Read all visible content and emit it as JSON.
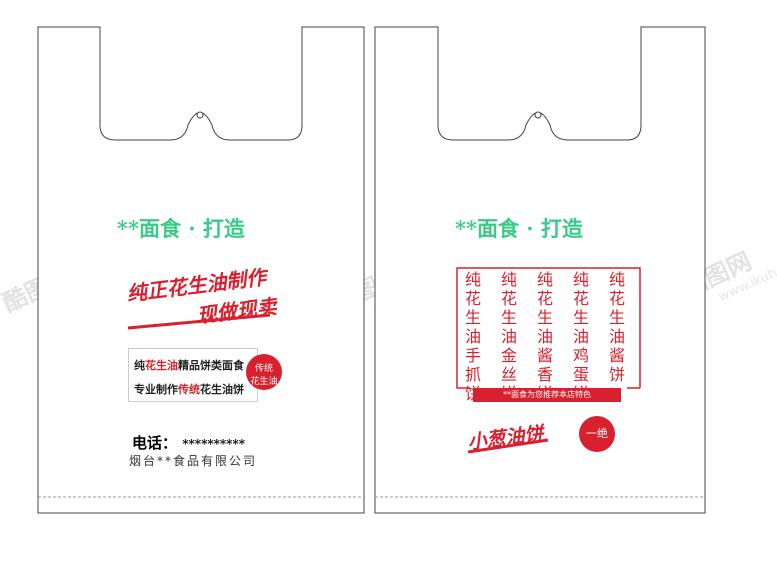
{
  "watermark": {
    "logo": "酷图网",
    "url": "www.ikutu.com"
  },
  "left_bag": {
    "slogan": "**面食 · 打造",
    "headline_line1": "纯正花生油制作",
    "headline_line2": "现做现卖",
    "box_line1_a": "纯",
    "box_line1_b": "花生油",
    "box_line1_c": "精品饼类面食",
    "box_line2_a": "专业制作",
    "box_line2_b": "传统",
    "box_line2_c": "花生油饼",
    "seal_line1": "传统",
    "seal_line2": "花生油",
    "phone_label": "电话：",
    "phone_value": "**********",
    "company": "烟台**食品有限公司"
  },
  "right_bag": {
    "slogan": "**面食 · 打造",
    "menu_columns": [
      "纯花生油手抓饼",
      "纯花生油金丝饼",
      "纯花生油酱香饼",
      "纯花生油鸡蛋饼",
      "纯花生油酱饼"
    ],
    "banner": "**面食为您推荐本店特色",
    "headline": "小葱油饼",
    "seal": "一绝"
  },
  "colors": {
    "accent_red": "#d8202e",
    "slogan_green": "#3cc98a"
  }
}
